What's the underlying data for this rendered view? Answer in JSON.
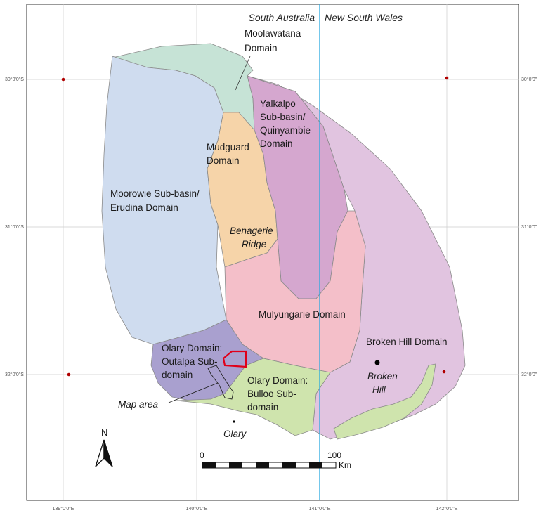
{
  "states": {
    "west": "South Australia",
    "east": "New South Wales"
  },
  "domains": {
    "moolawatana": [
      "Moolawatana",
      "Domain"
    ],
    "moorowie": [
      "Moorowie Sub-basin/",
      "Erudina Domain"
    ],
    "mudguard": [
      "Mudguard",
      "Domain"
    ],
    "yalkalpo": [
      "Yalkalpo",
      "Sub-basin/",
      "Quinyambie",
      "Domain"
    ],
    "benagerie": [
      "Benagerie",
      "Ridge"
    ],
    "mulyungarie": "Mulyungarie Domain",
    "broken_hill": "Broken Hill Domain",
    "olary_outalpa": [
      "Olary Domain:",
      "Outalpa Sub-",
      "domain"
    ],
    "olary_bulloo": [
      "Olary Domain:",
      "Bulloo Sub-",
      "domain"
    ]
  },
  "places": {
    "broken_hill": [
      "Broken",
      "Hill"
    ],
    "olary": "Olary"
  },
  "map_area_label": "Map area",
  "north_label": "N",
  "scale": {
    "start": "0",
    "end": "100",
    "unit": "Km"
  },
  "ticks": {
    "left": [
      "30°0'0\"S",
      "31°0'0\"S",
      "32°0'0\"S"
    ],
    "right": [
      "30°0'0\"",
      "31°0'0\"",
      "32°0'0\""
    ],
    "bottom": [
      "139°0'0\"E",
      "140°0'0\"E",
      "141°0'0\"E",
      "142°0'0\"E"
    ]
  },
  "colors": {
    "moolawatana": "#c6e3d6",
    "moorowie": "#cfdcef",
    "mudguard": "#f6d4a9",
    "yalkalpo": "#d5a7cf",
    "mulyungarie": "#f4bfc9",
    "broken_hill": "#e1c4e0",
    "olary_outalpa": "#a9a0cf",
    "olary_bulloo": "#cfe4ad",
    "border": "#29a9e0",
    "map_area_outline": "#e0001a"
  }
}
